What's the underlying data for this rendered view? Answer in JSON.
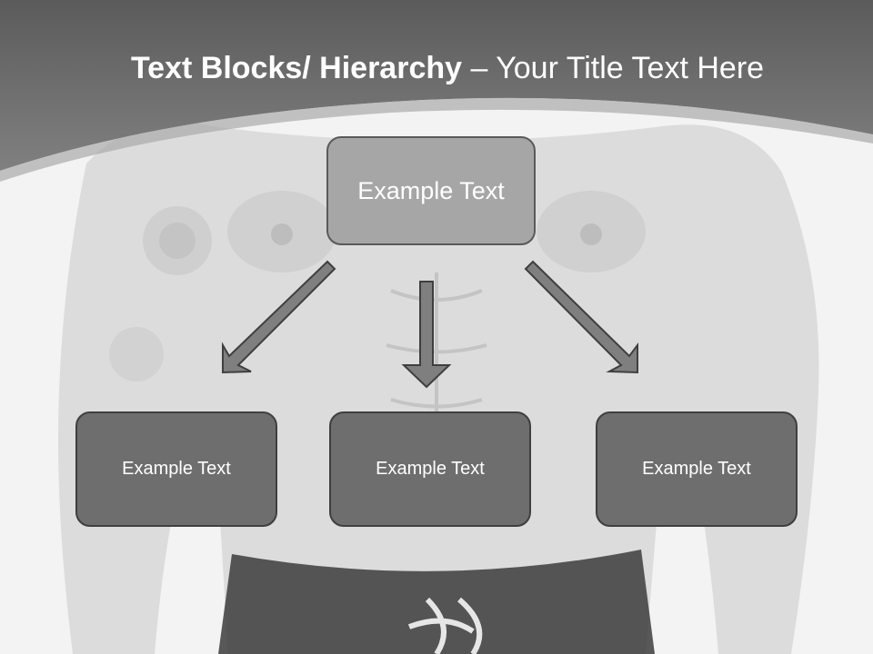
{
  "header": {
    "title_bold": "Text Blocks/ Hierarchy",
    "title_dash": " – ",
    "title_rest": "Your Title Text Here"
  },
  "diagram": {
    "top_node": {
      "label": "Example Text"
    },
    "child_nodes": [
      {
        "label": "Example Text"
      },
      {
        "label": "Example Text"
      },
      {
        "label": "Example Text"
      }
    ]
  },
  "colors": {
    "header_dark": "#5f5f5f",
    "top_box": "#a6a6a6",
    "child_box": "#6e6e6e",
    "arrow_fill": "#7f7f7f",
    "arrow_stroke": "#3f3f3f"
  }
}
